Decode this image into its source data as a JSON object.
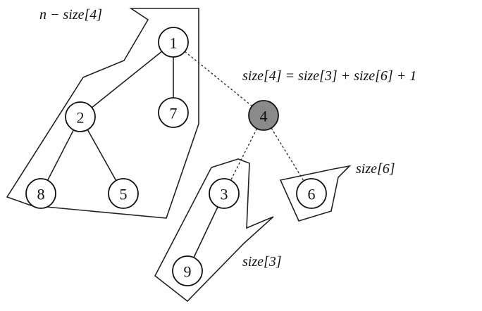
{
  "nodes": [
    {
      "id": "1",
      "label": "1",
      "shaded": false
    },
    {
      "id": "2",
      "label": "2",
      "shaded": false
    },
    {
      "id": "7",
      "label": "7",
      "shaded": false
    },
    {
      "id": "4",
      "label": "4",
      "shaded": true
    },
    {
      "id": "8",
      "label": "8",
      "shaded": false
    },
    {
      "id": "5",
      "label": "5",
      "shaded": false
    },
    {
      "id": "3",
      "label": "3",
      "shaded": false
    },
    {
      "id": "6",
      "label": "6",
      "shaded": false
    },
    {
      "id": "9",
      "label": "9",
      "shaded": false
    }
  ],
  "edges": [
    {
      "from": "1",
      "to": "2",
      "style": "solid"
    },
    {
      "from": "1",
      "to": "7",
      "style": "solid"
    },
    {
      "from": "2",
      "to": "8",
      "style": "solid"
    },
    {
      "from": "2",
      "to": "5",
      "style": "solid"
    },
    {
      "from": "3",
      "to": "9",
      "style": "solid"
    },
    {
      "from": "1",
      "to": "4",
      "style": "dashed"
    },
    {
      "from": "4",
      "to": "3",
      "style": "dashed"
    },
    {
      "from": "4",
      "to": "6",
      "style": "dashed"
    }
  ],
  "annotations": {
    "outer_region": "n − size[4]",
    "formula": "size[4] = size[3] + size[6] + 1",
    "region_6": "size[6]",
    "region_3": "size[3]"
  }
}
